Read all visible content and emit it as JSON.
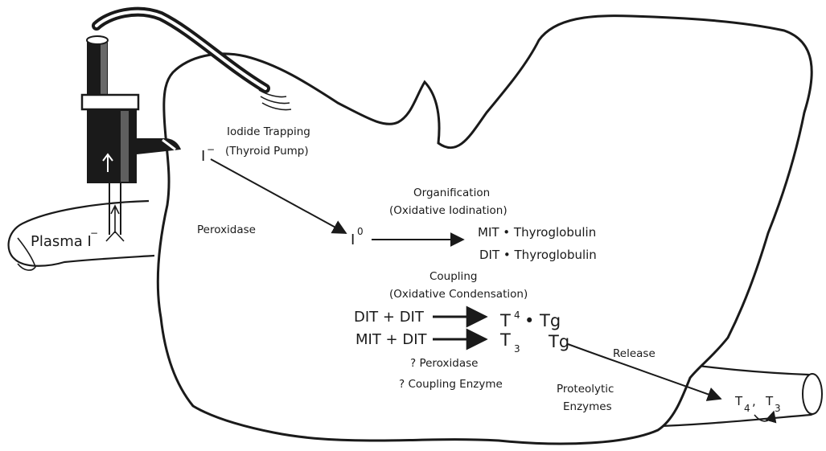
{
  "labels": {
    "iodide_trapping": "Iodide Trapping",
    "thyroid_pump": "(Thyroid Pump)",
    "iodide": "I",
    "iodide_sup": "−",
    "peroxidase": "Peroxidase",
    "plasma_iodide": "Plasma I",
    "plasma_iodide_sup": "−",
    "organification": "Organification",
    "oxidative_iodination": "(Oxidative Iodination)",
    "iodine_zero": "I",
    "iodine_zero_sup": "0",
    "mit_thyroglobulin": "MIT • Thyroglobulin",
    "dit_thyroglobulin": "DIT • Thyroglobulin",
    "coupling": "Coupling",
    "oxidative_condensation": "(Oxidative Condensation)",
    "dit_dit": "DIT + DIT",
    "mit_dit": "MIT + DIT",
    "t_letter_1": "T",
    "t4_sub": "4",
    "t4_tg": "• Tg",
    "t_letter_2": "T",
    "t3_sub": "3",
    "t3_tg": "Tg",
    "q_peroxidase": "? Peroxidase",
    "q_coupling_enzyme": "? Coupling Enzyme",
    "release": "Release",
    "proteolytic": "Proteolytic",
    "enzymes": "Enzymes",
    "out_t_1": "T",
    "out_t4_sub": "4",
    "out_comma": ",",
    "out_t_2": "T",
    "out_t3_sub": "3"
  }
}
